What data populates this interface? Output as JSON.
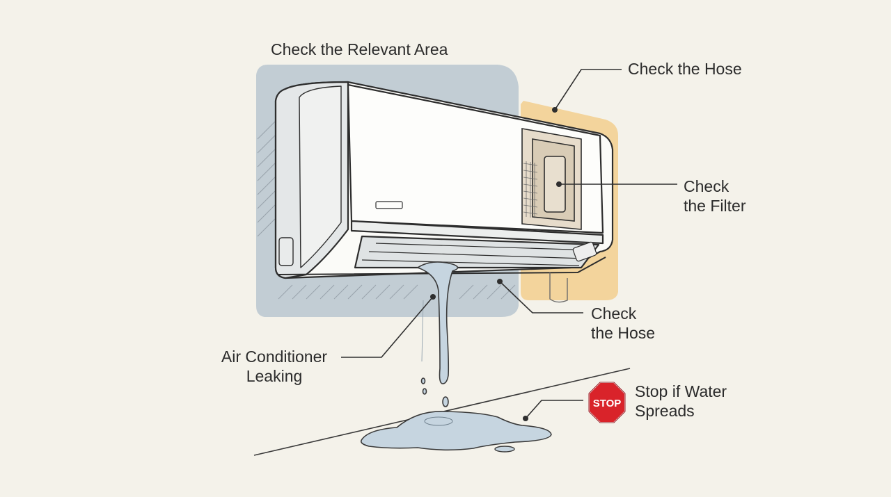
{
  "labels": {
    "relevant_area": "Check the Relevant Area",
    "hose_top": "Check the Hose",
    "filter": [
      "Check",
      "the Filter"
    ],
    "hose_bottom": [
      "Check",
      "the Hose"
    ],
    "leaking": [
      "Air Conditioner",
      "Leaking"
    ],
    "stop_warning": [
      "Stop if Water",
      "Spreads"
    ],
    "stop_sign": "STOP"
  },
  "colors": {
    "background": "#f4f2ea",
    "relevant_area_fill": "#b9c7d0",
    "hose_area_fill": "#f2cf8e",
    "stop_sign": "#d9232a",
    "water": "#c6d5e0"
  }
}
